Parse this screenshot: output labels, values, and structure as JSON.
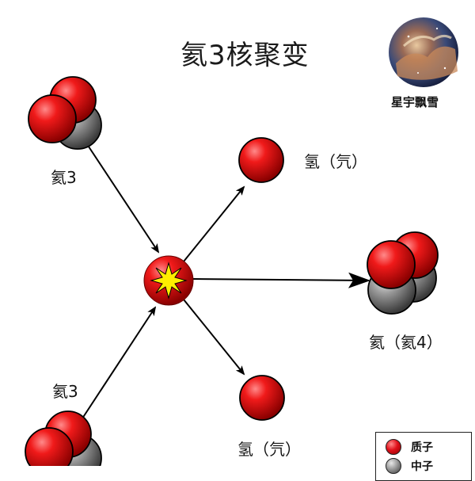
{
  "title": "氦3核聚变",
  "brand": {
    "name": "星宇飘雪"
  },
  "labels": {
    "reactant_top": "氦3",
    "reactant_bottom": "氦3",
    "product_proton_top": "氢（氕）",
    "product_proton_bottom": "氢（氕）",
    "product_helium4": "氦（氦4）"
  },
  "legend": {
    "proton": "质子",
    "neutron": "中子"
  },
  "colors": {
    "proton": "#e0101a",
    "neutron": "#8a8a8a",
    "flash": "#ffee00",
    "arrow": "#000000"
  }
}
